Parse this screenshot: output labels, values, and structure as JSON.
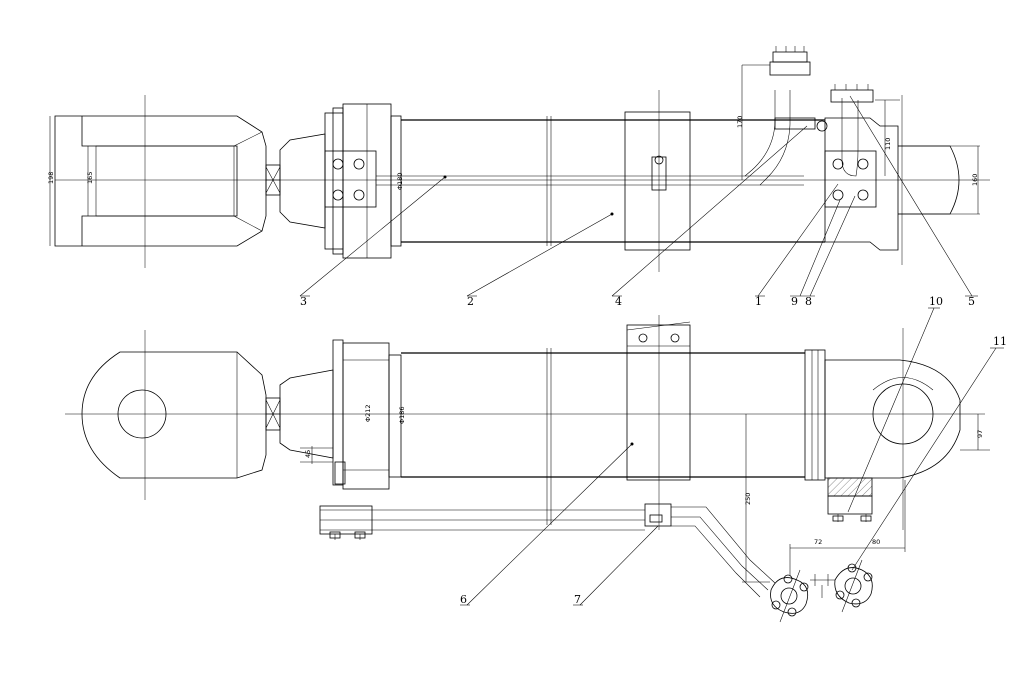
{
  "part_labels": {
    "l1": "1",
    "l2": "2",
    "l3": "3",
    "l4": "4",
    "l5": "5",
    "l6": "6",
    "l7": "7",
    "l8": "8",
    "l9": "9",
    "l10": "10",
    "l11": "11"
  },
  "dimensions": {
    "d198": "198",
    "d165": "165",
    "d180": "Φ180",
    "d170": "170",
    "d110": "110",
    "d160": "160",
    "d212": "Φ212",
    "d186": "Φ186",
    "d45": "45",
    "d250": "250",
    "d97": "97",
    "d72": "72",
    "d80": "80"
  }
}
